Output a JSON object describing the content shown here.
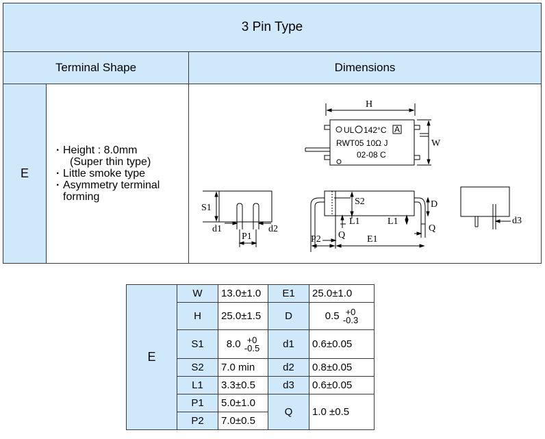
{
  "table": {
    "title": "3 Pin Type",
    "col_terminal_shape": "Terminal Shape",
    "col_dimensions": "Dimensions",
    "row_label": "E",
    "features": [
      {
        "text": "Height : 8.0mm",
        "sub": "(Super thin type)"
      },
      {
        "text": "Little smoke type",
        "sub": ""
      },
      {
        "text": "Asymmetry terminal",
        "sub": "forming"
      }
    ]
  },
  "drawing": {
    "label_H": "H",
    "label_W": "W",
    "marking_rating": "142°C",
    "marking_class": "A",
    "marking_model": "RWT05 10Ω J",
    "marking_lot": "02-08 C",
    "label_S1": "S1",
    "label_d1": "d1",
    "label_d2": "d2",
    "label_P1": "P1",
    "label_S2": "S2",
    "label_L1_left": "L1",
    "label_L1_right": "L1",
    "label_D": "D",
    "label_Q_left": "Q",
    "label_Q_right": "Q",
    "label_P2": "P2",
    "label_E1": "E1",
    "label_d3": "d3"
  },
  "specs": {
    "type_label": "E",
    "W": {
      "label": "W",
      "value": "13.0±1.0"
    },
    "H": {
      "label": "H",
      "value": "25.0±1.5"
    },
    "S1": {
      "label": "S1",
      "base": "8.0",
      "plus": "+0",
      "minus": "-0.5"
    },
    "S2": {
      "label": "S2",
      "value": "7.0 min"
    },
    "L1": {
      "label": "L1",
      "value": "3.3±0.5"
    },
    "P1": {
      "label": "P1",
      "value": "5.0±1.0"
    },
    "P2": {
      "label": "P2",
      "value": "7.0±0.5"
    },
    "E1": {
      "label": "E1",
      "value": "25.0±1.0"
    },
    "D": {
      "label": "D",
      "base": "0.5",
      "plus": "+0",
      "minus": "-0.3"
    },
    "d1": {
      "label": "d1",
      "value": "0.6±0.05"
    },
    "d2": {
      "label": "d2",
      "value": "0.8±0.05"
    },
    "d3": {
      "label": "d3",
      "value": "0.6±0.05"
    },
    "Q": {
      "label": "Q",
      "value": "1.0 ±0.5"
    }
  }
}
